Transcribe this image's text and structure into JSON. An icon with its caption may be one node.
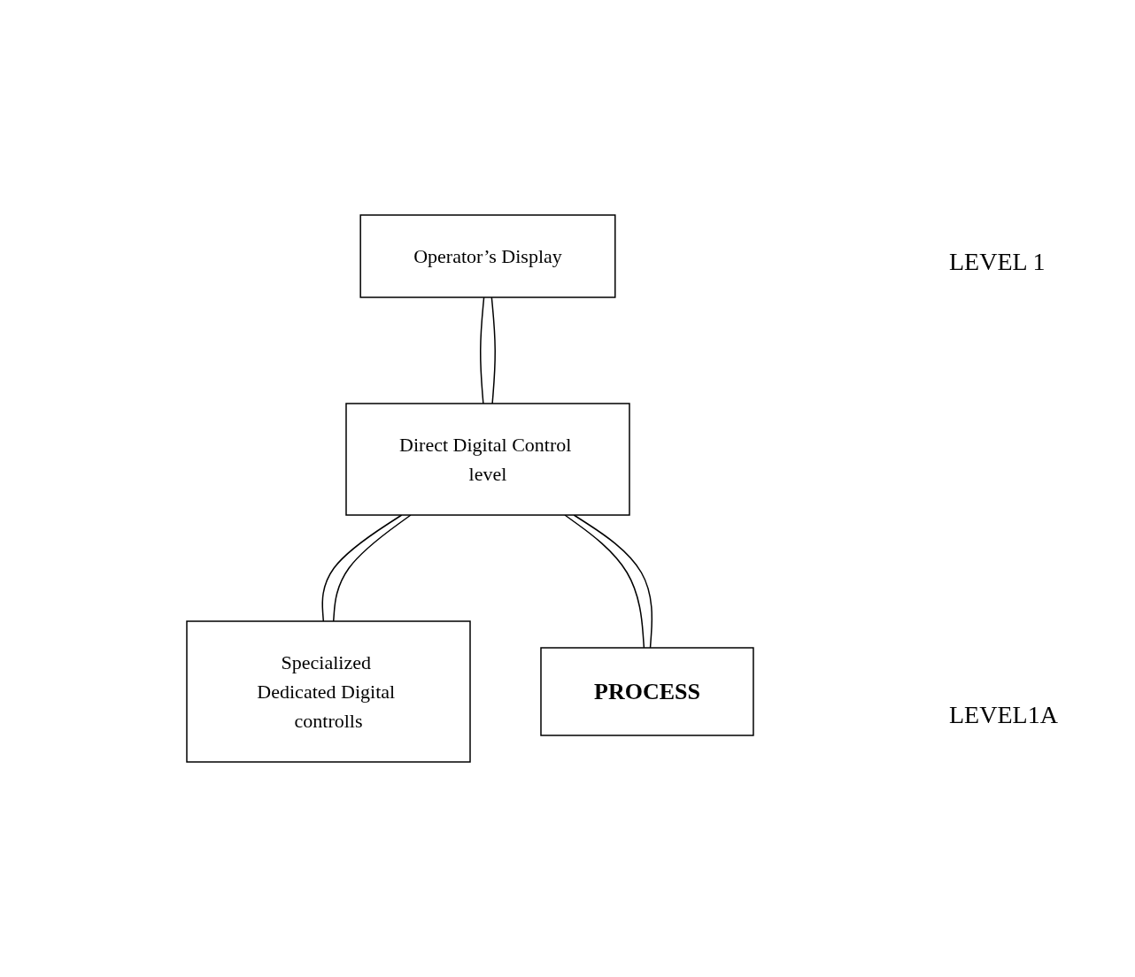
{
  "diagram": {
    "nodes": [
      {
        "text": [
          "Operator’s Display"
        ]
      },
      {
        "text": [
          "Direct Digital Control level"
        ]
      },
      {
        "text": [
          "Specialized Dedicated Digital controlls"
        ]
      },
      {
        "text": [
          "PROCESS"
        ]
      }
    ],
    "edges": [
      {
        "from": 0,
        "to": 1,
        "arrow": "none"
      },
      {
        "from": 0,
        "to": 1,
        "arrow": "none"
      },
      {
        "from": 1,
        "to": 2,
        "arrow": "none"
      },
      {
        "from": 1,
        "to": 2,
        "arrow": "none"
      },
      {
        "from": 1,
        "to": 3,
        "arrow": "none"
      },
      {
        "from": 1,
        "to": 3,
        "arrow": "none"
      }
    ],
    "labels": [
      "LEVEL 1",
      "LEVEL1A"
    ]
  }
}
